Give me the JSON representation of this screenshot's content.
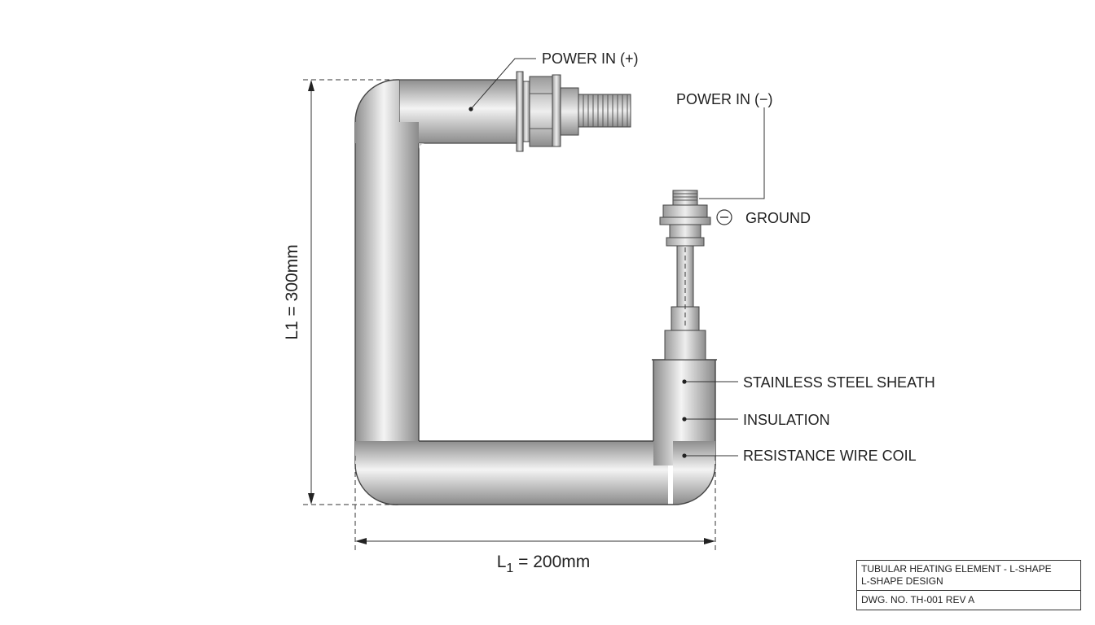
{
  "labels": {
    "power_in_pos": "POWER IN (+)",
    "power_in_neg": "POWER IN (−)",
    "ground": "GROUND",
    "sheath": "STAINLESS STEEL SHEATH",
    "insulation": "INSULATION",
    "resistance_coil": "RESISTANCE WIRE COIL"
  },
  "dimensions": {
    "vertical": "L1 = 300mm",
    "horizontal_prefix": "L",
    "horizontal_sub": "1",
    "horizontal_suffix": " = 200mm"
  },
  "title_block": {
    "line1": "TUBULAR HEATING ELEMENT - L-SHAPE",
    "line2": "L-SHAPE DESIGN",
    "drawing_number": "DWG. NO. TH-001 REV A"
  },
  "icons": {
    "ground_symbol": "minus-circle-icon"
  },
  "colors": {
    "tube_light": "#f2f2f2",
    "tube_mid": "#c8c8c8",
    "tube_dark": "#8a8a8a",
    "line": "#333333"
  }
}
